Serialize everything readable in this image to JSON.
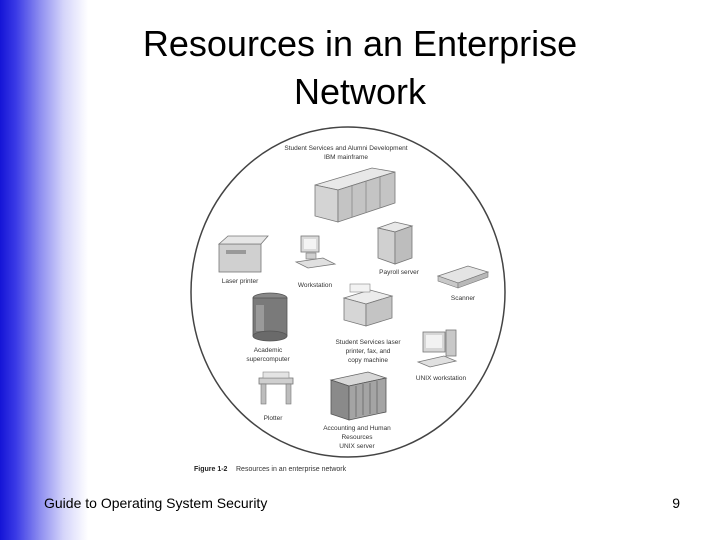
{
  "slide": {
    "title_line1": "Resources in an Enterprise",
    "title_line2": "Network",
    "footer_left": "Guide to Operating System Security",
    "page_number": "9"
  },
  "diagram": {
    "mainframe_label_1": "Student Services and Alumni Development",
    "mainframe_label_2": "IBM mainframe",
    "laser_printer_label": "Laser printer",
    "workstation_label": "Workstation",
    "payroll_server_label": "Payroll server",
    "scanner_label": "Scanner",
    "supercomputer_label_1": "Academic",
    "supercomputer_label_2": "supercomputer",
    "mfp_label_1": "Student Services laser",
    "mfp_label_2": "printer, fax, and",
    "mfp_label_3": "copy machine",
    "unix_ws_label": "UNIX workstation",
    "plotter_label": "Plotter",
    "unix_server_label_1": "Accounting and Human",
    "unix_server_label_2": "Resources",
    "unix_server_label_3": "UNIX server",
    "figure_number": "Figure 1-2",
    "figure_caption": "Resources in an enterprise network"
  }
}
